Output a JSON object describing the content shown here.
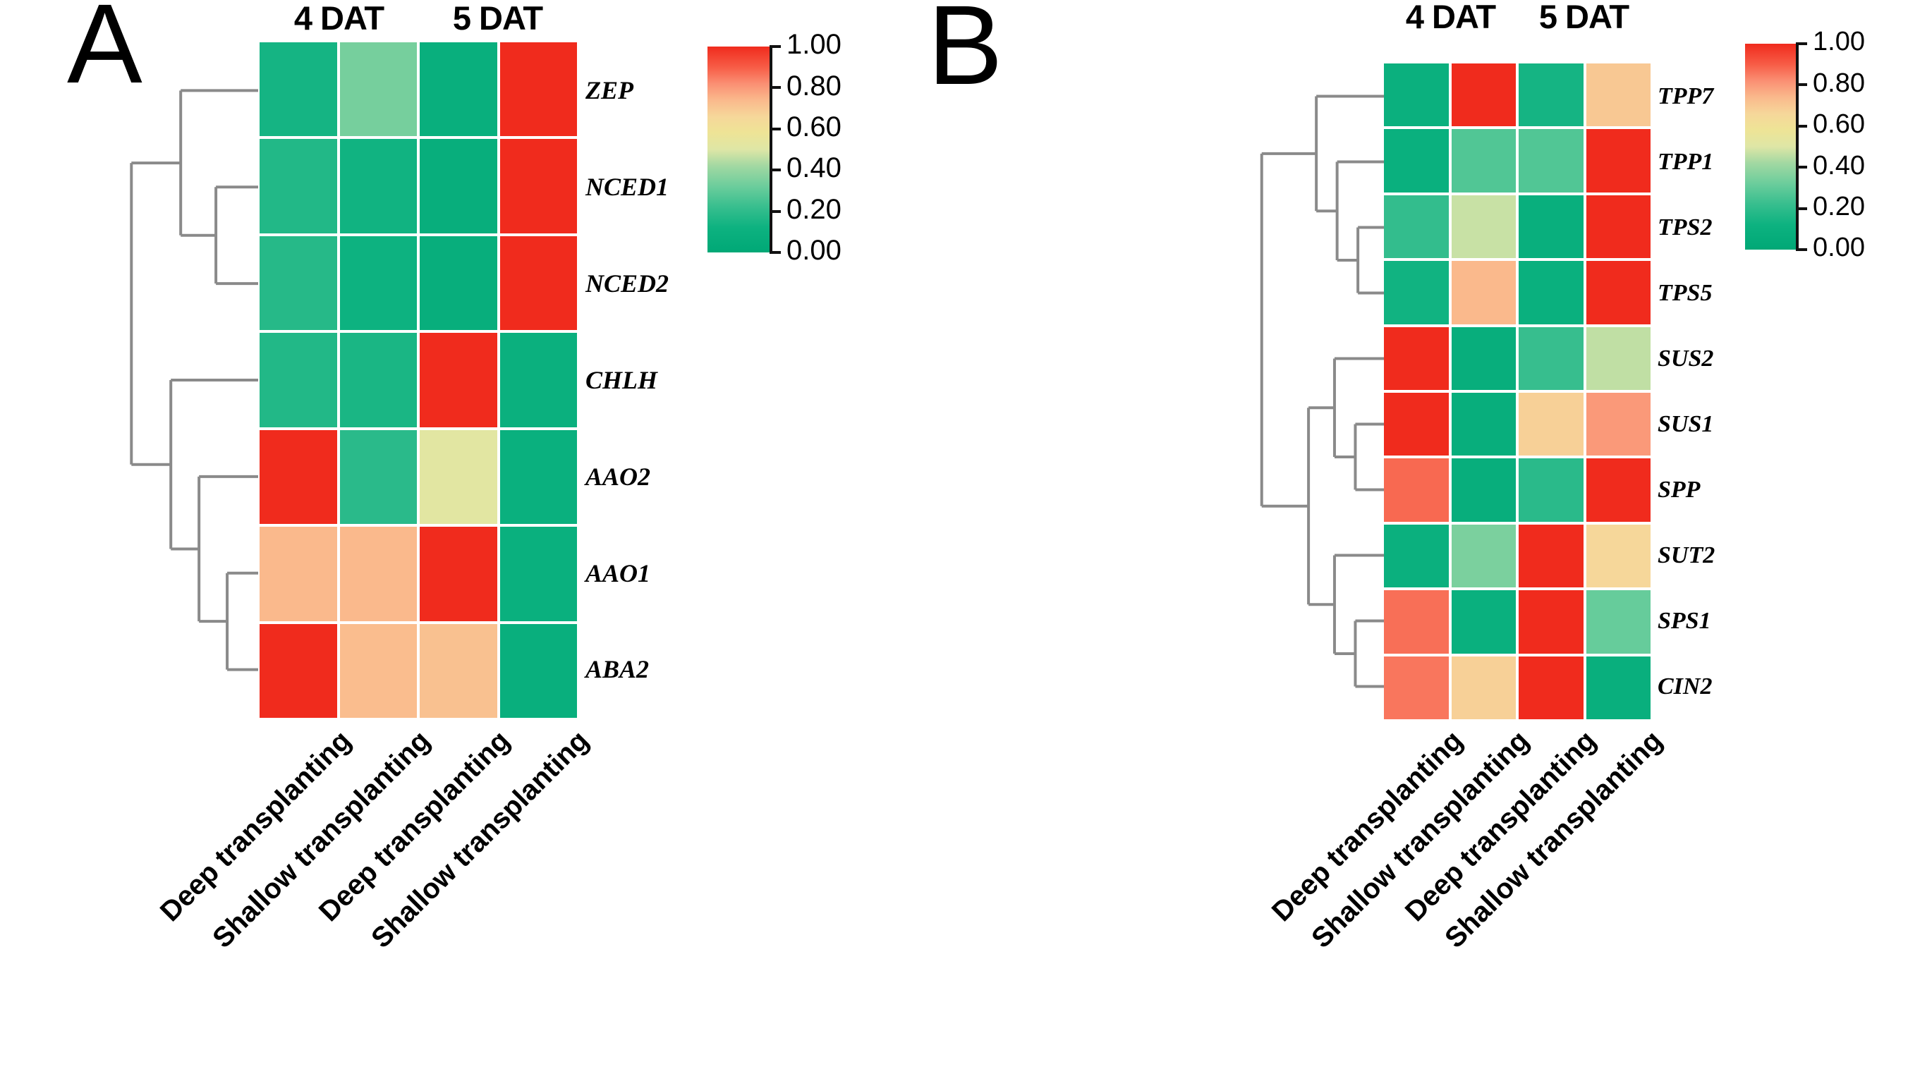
{
  "figure": {
    "background": "#ffffff",
    "colormap": {
      "low_color": "#00a876",
      "mid_color": "#f0e68c",
      "high_color": "#f02b1d",
      "stops": [
        "#00a876",
        "#2fb98a",
        "#72c79a",
        "#aed6a3",
        "#e8e6a6",
        "#f6d79a",
        "#f9b98c",
        "#fa8f73",
        "#f75c46",
        "#f02b1d"
      ]
    }
  },
  "panels": [
    {
      "id": "A",
      "letter": "A",
      "group_headers": [
        {
          "label": "4 DAT",
          "span": 2
        },
        {
          "label": "5 DAT",
          "span": 2
        }
      ],
      "column_labels": [
        "Deep transplanting",
        "Shallow transplanting",
        "Deep transplanting",
        "Shallow transplanting"
      ],
      "row_labels": [
        "ZEP",
        "NCED1",
        "NCED2",
        "CHLH",
        "AAO2",
        "AAO1",
        "ABA2"
      ],
      "colorbar": {
        "ticks": [
          "1.00",
          "0.80",
          "0.60",
          "0.40",
          "0.20",
          "0.00"
        ],
        "tick_values": [
          1.0,
          0.8,
          0.6,
          0.4,
          0.2,
          0.0
        ],
        "min": 0.0,
        "max": 1.0
      },
      "chart_data": {
        "type": "heatmap",
        "title": "A",
        "xlabel": "",
        "ylabel": "",
        "categories": [
          "Deep transplanting",
          "Shallow transplanting",
          "Deep transplanting",
          "Shallow transplanting"
        ],
        "rows": [
          "ZEP",
          "NCED1",
          "NCED2",
          "CHLH",
          "AAO2",
          "AAO1",
          "ABA2"
        ],
        "zlim": [
          0.0,
          1.0
        ],
        "values": [
          [
            0.14,
            0.34,
            0.08,
            1.0
          ],
          [
            0.17,
            0.13,
            0.07,
            1.0
          ],
          [
            0.18,
            0.12,
            0.07,
            1.0
          ],
          [
            0.17,
            0.15,
            1.0,
            0.1
          ],
          [
            1.0,
            0.19,
            0.52,
            0.09
          ],
          [
            0.74,
            0.74,
            1.0,
            0.09
          ],
          [
            1.0,
            0.73,
            0.72,
            0.08
          ]
        ],
        "dendrogram": {
          "orientation": "left",
          "leaf_order": [
            "ZEP",
            "NCED1",
            "NCED2",
            "CHLH",
            "AAO2",
            "AAO1",
            "ABA2"
          ],
          "merges": [
            {
              "children": [
                "NCED1",
                "NCED2"
              ],
              "height": 0.3
            },
            {
              "children": [
                "ZEP",
                "NCED1+NCED2"
              ],
              "height": 0.55
            },
            {
              "children": [
                "AAO1",
                "ABA2"
              ],
              "height": 0.22
            },
            {
              "children": [
                "AAO2",
                "AAO1+ABA2"
              ],
              "height": 0.42
            },
            {
              "children": [
                "CHLH",
                "AAO2+AAO1+ABA2"
              ],
              "height": 0.62
            },
            {
              "children": [
                "clusterTop",
                "clusterBottom"
              ],
              "height": 0.88
            }
          ]
        }
      }
    },
    {
      "id": "B",
      "letter": "B",
      "group_headers": [
        {
          "label": "4 DAT",
          "span": 2
        },
        {
          "label": "5 DAT",
          "span": 2
        }
      ],
      "column_labels": [
        "Deep transplanting",
        "Shallow transplanting",
        "Deep transplanting",
        "Shallow transplanting"
      ],
      "row_labels": [
        "TPP7",
        "TPP1",
        "TPS2",
        "TPS5",
        "SUS2",
        "SUS1",
        "SPP",
        "SUT2",
        "SPS1",
        "CIN2"
      ],
      "colorbar": {
        "ticks": [
          "1.00",
          "0.80",
          "0.60",
          "0.40",
          "0.20",
          "0.00"
        ],
        "tick_values": [
          1.0,
          0.8,
          0.6,
          0.4,
          0.2,
          0.0
        ],
        "min": 0.0,
        "max": 1.0
      },
      "chart_data": {
        "type": "heatmap",
        "title": "B",
        "xlabel": "",
        "ylabel": "",
        "categories": [
          "Deep transplanting",
          "Shallow transplanting",
          "Deep transplanting",
          "Shallow transplanting"
        ],
        "rows": [
          "TPP7",
          "TPP1",
          "TPS2",
          "TPS5",
          "SUS2",
          "SUS1",
          "SPP",
          "SUT2",
          "SPS1",
          "CIN2"
        ],
        "zlim": [
          0.0,
          1.0
        ],
        "values": [
          [
            0.1,
            1.0,
            0.14,
            0.7
          ],
          [
            0.09,
            0.27,
            0.27,
            1.0
          ],
          [
            0.21,
            0.47,
            0.08,
            1.0
          ],
          [
            0.13,
            0.74,
            0.09,
            1.0
          ],
          [
            1.0,
            0.07,
            0.22,
            0.46
          ],
          [
            1.0,
            0.07,
            0.68,
            0.8
          ],
          [
            0.88,
            0.07,
            0.19,
            1.0
          ],
          [
            0.1,
            0.35,
            1.0,
            0.66
          ],
          [
            0.87,
            0.09,
            1.0,
            0.31
          ],
          [
            0.86,
            0.68,
            1.0,
            0.08
          ]
        ],
        "dendrogram": {
          "orientation": "left",
          "leaf_order": [
            "TPP7",
            "TPP1",
            "TPS2",
            "TPS5",
            "SUS2",
            "SUS1",
            "SPP",
            "SUT2",
            "SPS1",
            "CIN2"
          ],
          "merges": [
            {
              "children": [
                "TPS2",
                "TPS5"
              ],
              "height": 0.2
            },
            {
              "children": [
                "TPP1",
                "TPS2+TPS5"
              ],
              "height": 0.36
            },
            {
              "children": [
                "TPP7",
                "TPP1+TPS2+TPS5"
              ],
              "height": 0.52
            },
            {
              "children": [
                "SUS1",
                "SPP"
              ],
              "height": 0.22
            },
            {
              "children": [
                "SUS2",
                "SUS1+SPP"
              ],
              "height": 0.38
            },
            {
              "children": [
                "SPS1",
                "CIN2"
              ],
              "height": 0.22
            },
            {
              "children": [
                "SUT2",
                "SPS1+CIN2"
              ],
              "height": 0.38
            },
            {
              "children": [
                "cluster2",
                "cluster3"
              ],
              "height": 0.58
            },
            {
              "children": [
                "cluster1",
                "cluster23"
              ],
              "height": 0.92
            }
          ]
        }
      }
    }
  ]
}
